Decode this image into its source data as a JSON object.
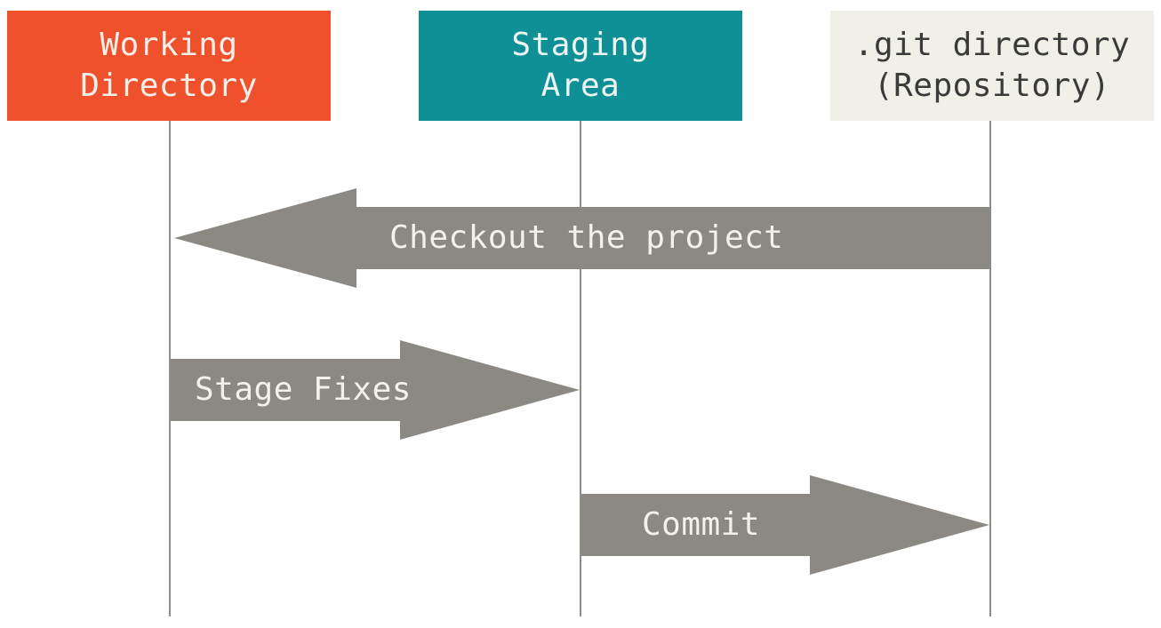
{
  "columns": {
    "working_directory": {
      "line1": "Working",
      "line2": "Directory",
      "color": "#f0512d"
    },
    "staging_area": {
      "line1": "Staging",
      "line2": "Area",
      "color": "#0f9096"
    },
    "repository": {
      "line1": ".git directory",
      "line2": "(Repository)",
      "color": "#f0f0e9"
    }
  },
  "arrows": {
    "checkout": {
      "label": "Checkout the project",
      "direction": "repository-to-working-directory"
    },
    "stage": {
      "label": "Stage Fixes",
      "direction": "working-directory-to-staging-area"
    },
    "commit": {
      "label": "Commit",
      "direction": "staging-area-to-repository"
    }
  },
  "arrow_color": "#8c8883",
  "lifeline_color": "#8f8b87"
}
